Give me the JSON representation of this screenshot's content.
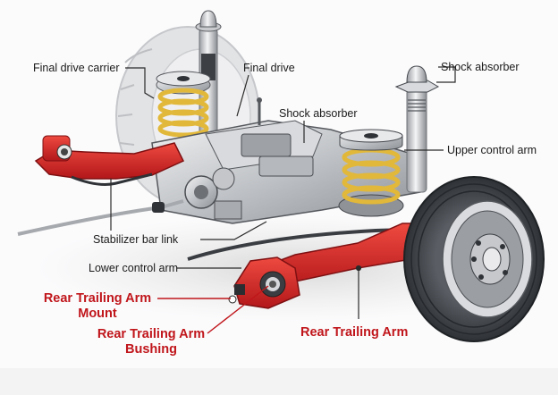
{
  "diagram": {
    "subject": "rear-suspension-assembly",
    "colors": {
      "label_text": "#1a1a1a",
      "highlight_label": "#c0161b",
      "trailing_arm": "#d42a25",
      "coil_spring": "#e2b83a",
      "metal": "#c9cbce",
      "tire": "#3a3d42",
      "leader_line": "#2a2a2a"
    },
    "labels": {
      "final_drive_carrier": "Final drive carrier",
      "final_drive": "Final drive",
      "shock_absorber_center": "Shock absorber",
      "shock_absorber_right": "Shock absorber",
      "upper_control_arm": "Upper control arm",
      "stabilizer_bar_link": "Stabilizer bar link",
      "lower_control_arm": "Lower control arm",
      "rear_trailing_arm_mount_line1": "Rear Trailing Arm",
      "rear_trailing_arm_mount_line2": "Mount",
      "rear_trailing_arm_bushing_line1": "Rear Trailing Arm",
      "rear_trailing_arm_bushing_line2": "Bushing",
      "rear_trailing_arm": "Rear Trailing Arm"
    }
  }
}
